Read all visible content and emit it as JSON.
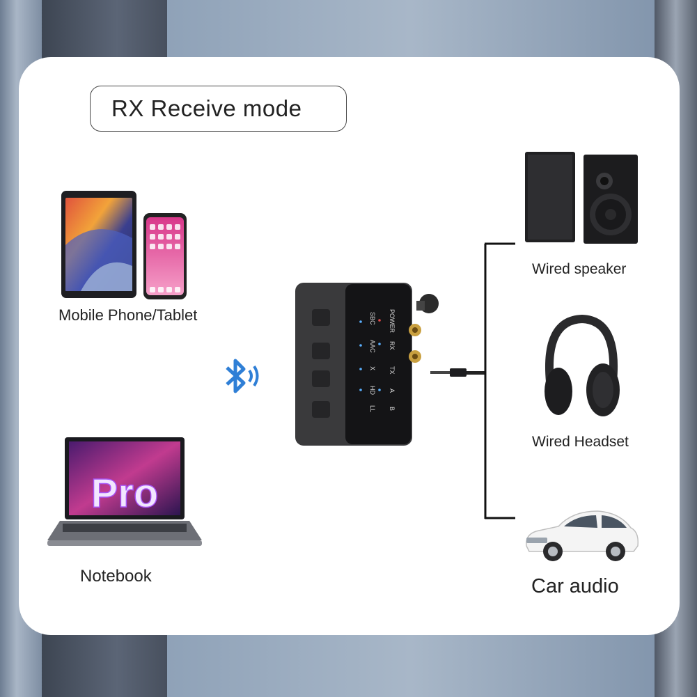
{
  "title": "RX  Receive mode",
  "sources": {
    "phone_label": "Mobile Phone/Tablet",
    "notebook_label": "Notebook",
    "notebook_screen_text": "Pro"
  },
  "device": {
    "labels": [
      "POWER",
      "SBC",
      "RX",
      "AAC",
      "TX",
      "X",
      "A",
      "HD",
      "B",
      "LL"
    ]
  },
  "outputs": {
    "speaker_label": "Wired speaker",
    "headset_label": "Wired Headset",
    "car_label": "Car audio"
  },
  "colors": {
    "bluetooth": "#2f7fd6",
    "line": "#111111"
  }
}
